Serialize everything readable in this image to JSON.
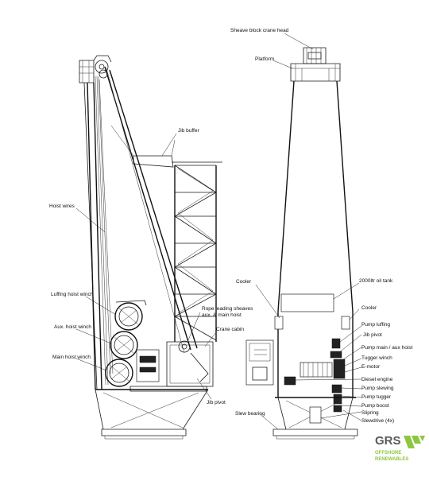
{
  "labels": {
    "sheave_block": "Sheave block crane head",
    "platform": "Platform",
    "jib_buffer": "Jib buffer",
    "hoist_wires": "Hoist wires",
    "luffing_winch": "Luffing hoist winch",
    "aux_winch": "Aux. hoist winch",
    "main_winch": "Main hoist winch",
    "rope_sheaves_1": "Rope leading sheaves",
    "rope_sheaves_2": "aux. & main hoist",
    "crane_cabin": "Crane cabin",
    "jib_pivot_left": "Jib pivot",
    "cooler_left": "Cooler",
    "oil_tank": "2000ltr oil tank",
    "cooler_right": "Cooler",
    "pump_luffing": "Pump luffing",
    "jib_pivot_right": "Jib pivot",
    "pump_main_aux": "Pump main / aux hoist",
    "tugger_winch": "Tugger winch",
    "e_motor": "E-motor",
    "diesel_engine": "Diesel engine",
    "pump_slewing": "Pump slewing",
    "pump_tugger": "Pump tugger",
    "pump_boost": "Pump boost",
    "slipring": "Slipring",
    "slewdrive": "Slewdrive (4x)",
    "slew_bearing": "Slew bearing"
  },
  "logo": {
    "text_top": "GRS",
    "text_bottom_1": "OFFSHORE",
    "text_bottom_2": "RENEWABLES",
    "brand_gray": "#5a5a5a",
    "brand_green": "#8dc63f"
  }
}
